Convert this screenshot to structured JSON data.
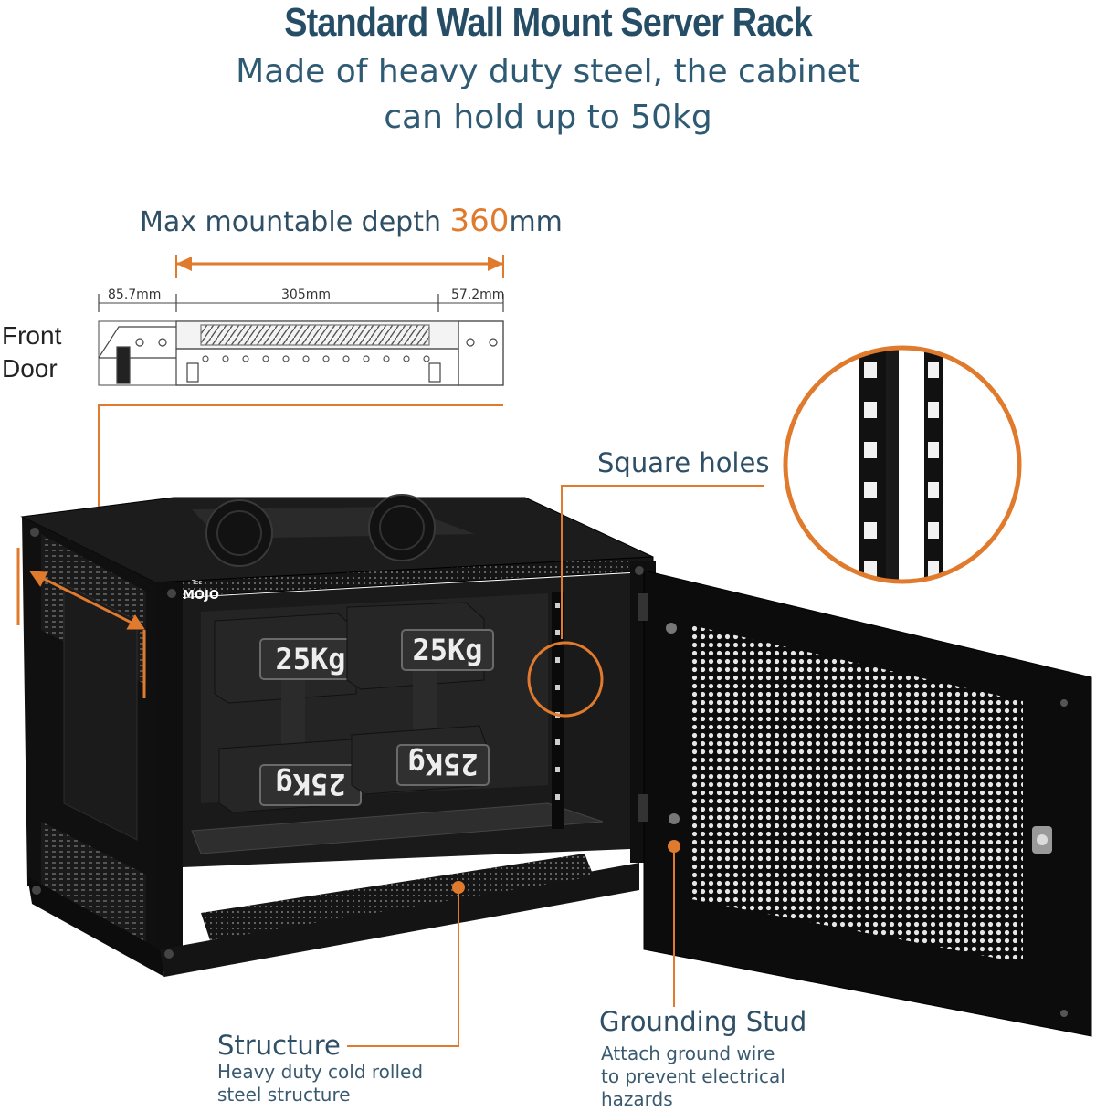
{
  "header": {
    "title": "Standard Wall Mount Server Rack",
    "subtitle_line1": "Made of heavy duty steel, the cabinet",
    "subtitle_line2": "can hold up to 50kg"
  },
  "depth_label": {
    "prefix": "Max mountable depth ",
    "value": "360",
    "unit": "mm"
  },
  "dimensions": {
    "left": "85.7mm",
    "middle": "305mm",
    "right": "57.2mm"
  },
  "front_door": {
    "line1": "Front",
    "line2": "Door"
  },
  "weights": {
    "label": "25Kg"
  },
  "brand": {
    "logo_small": "Tec",
    "logo_main": "MOJO"
  },
  "callouts": {
    "square_holes": "Square holes",
    "structure_title": "Structure",
    "structure_desc_line1": "Heavy duty cold rolled",
    "structure_desc_line2": "steel structure",
    "grounding_title": "Grounding Stud",
    "grounding_desc_line1": "Attach ground wire",
    "grounding_desc_line2": "to prevent electrical",
    "grounding_desc_line3": "hazards"
  },
  "colors": {
    "accent_orange": "#e07a2c",
    "heading_blue": "#264d66",
    "text_blue": "#2f5a73",
    "cabinet_black": "#141414"
  }
}
